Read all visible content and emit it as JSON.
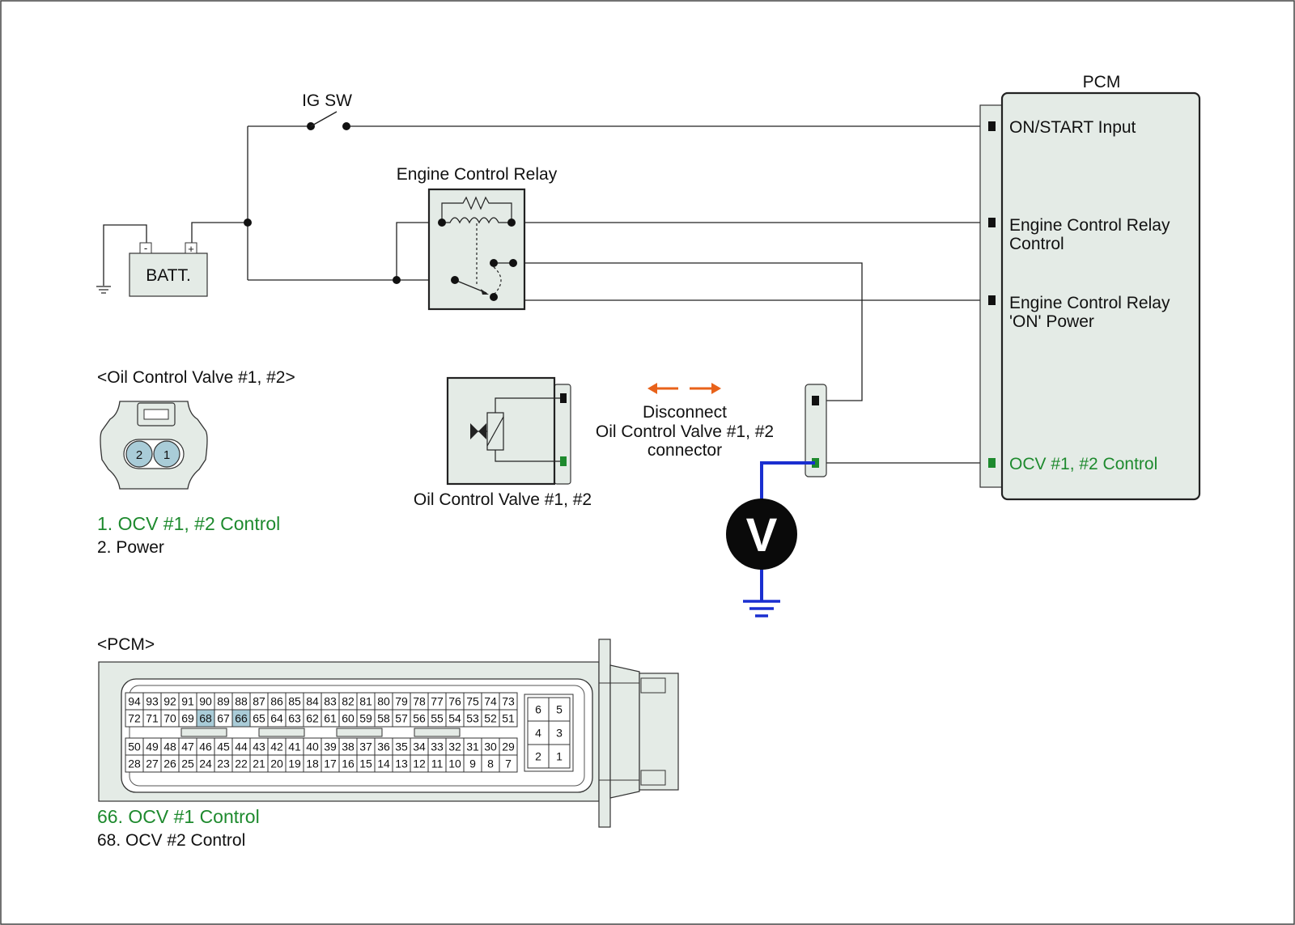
{
  "labels": {
    "ig_sw": "IG SW",
    "pcm": "PCM",
    "engine_control_relay": "Engine Control Relay",
    "batt": "BATT.",
    "batt_minus": "-",
    "batt_plus": "+",
    "pcm_on_start": "ON/START Input",
    "pcm_ecr_control_1": "Engine Control Relay",
    "pcm_ecr_control_2": "Control",
    "pcm_ecr_power_1": "Engine Control Relay",
    "pcm_ecr_power_2": "'ON' Power",
    "pcm_ocv_control": "OCV #1, #2 Control",
    "ocv_heading": "<Oil Control Valve #1, #2>",
    "ocv_pin_1": "1",
    "ocv_pin_2": "2",
    "ocv_legend_1": "1. OCV #1, #2 Control",
    "ocv_legend_2": "2. Power",
    "ocv_component": "Oil Control Valve #1, #2",
    "disconnect_1": "Disconnect",
    "disconnect_2": "Oil Control Valve #1, #2",
    "disconnect_3": "connector",
    "voltmeter": "V",
    "pcm_heading": "<PCM>",
    "pcm_legend_1": "66. OCV #1 Control",
    "pcm_legend_2": "68. OCV #2 Control"
  },
  "pcm_connector": {
    "row1": [
      "94",
      "93",
      "92",
      "91",
      "90",
      "89",
      "88",
      "87",
      "86",
      "85",
      "84",
      "83",
      "82",
      "81",
      "80",
      "79",
      "78",
      "77",
      "76",
      "75",
      "74",
      "73"
    ],
    "row2": [
      "72",
      "71",
      "70",
      "69",
      "68",
      "67",
      "66",
      "65",
      "64",
      "63",
      "62",
      "61",
      "60",
      "59",
      "58",
      "57",
      "56",
      "55",
      "54",
      "53",
      "52",
      "51"
    ],
    "row3": [
      "50",
      "49",
      "48",
      "47",
      "46",
      "45",
      "44",
      "43",
      "42",
      "41",
      "40",
      "39",
      "38",
      "37",
      "36",
      "35",
      "34",
      "33",
      "32",
      "31",
      "30",
      "29"
    ],
    "row4": [
      "28",
      "27",
      "26",
      "25",
      "24",
      "23",
      "22",
      "21",
      "20",
      "19",
      "18",
      "17",
      "16",
      "15",
      "14",
      "13",
      "12",
      "11",
      "10",
      "9",
      "8",
      "7"
    ],
    "small_block": [
      [
        "6",
        "5"
      ],
      [
        "4",
        "3"
      ],
      [
        "2",
        "1"
      ]
    ],
    "highlighted": [
      "66",
      "68"
    ]
  },
  "colors": {
    "wire": "#222222",
    "highlight_green": "#1e8a2e",
    "meter_lead_blue": "#1a2fd0",
    "disconnect_arrow_orange": "#e8621a",
    "component_fill": "#e4ebe6",
    "pin_highlight": "#a9ccd8"
  }
}
